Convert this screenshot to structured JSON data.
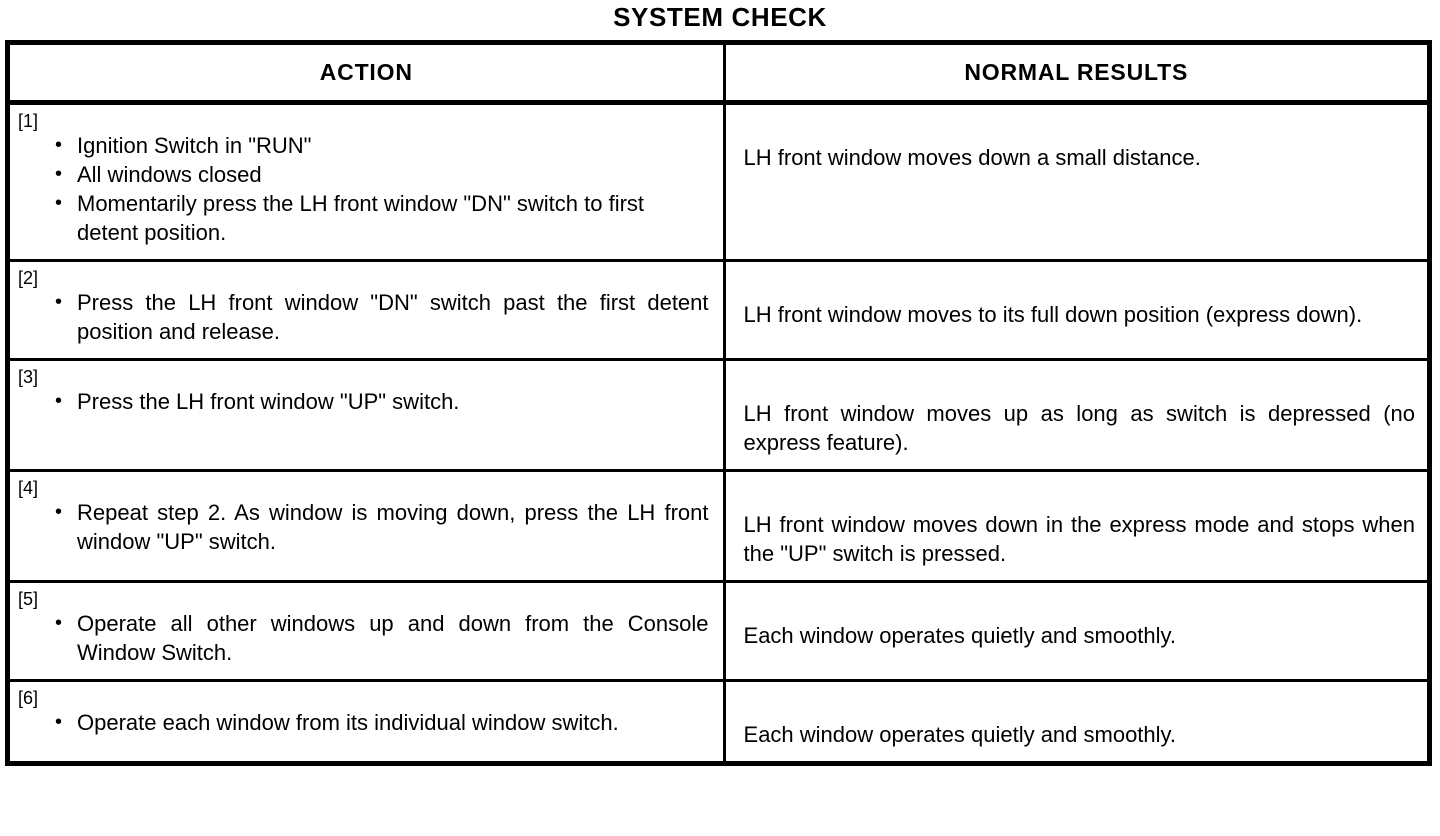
{
  "document": {
    "title": "SYSTEM CHECK"
  },
  "table": {
    "headers": {
      "action": "ACTION",
      "results": "NORMAL RESULTS"
    },
    "bullet_glyph": "•",
    "rows": [
      {
        "step": "[1]",
        "justified": false,
        "actions": [
          "Ignition Switch in \"RUN\"",
          "All windows closed",
          "Momentarily press the LH front window \"DN\" switch to first detent position."
        ],
        "result": "LH front window moves down a small distance."
      },
      {
        "step": "[2]",
        "justified": true,
        "actions": [
          "Press the LH front window \"DN\" switch past the first detent position and release."
        ],
        "result": "LH front window moves to its full down position (express down)."
      },
      {
        "step": "[3]",
        "justified": true,
        "actions": [
          "Press the LH front window \"UP\" switch."
        ],
        "result": "LH front window moves up as long as switch is depressed (no express feature)."
      },
      {
        "step": "[4]",
        "justified": true,
        "actions": [
          "Repeat step 2. As window is moving down, press the LH front window \"UP\" switch."
        ],
        "result": "LH front window moves down in the express mode and stops when the \"UP\" switch is pressed."
      },
      {
        "step": "[5]",
        "justified": true,
        "actions": [
          "Operate all other windows up and down from the Console Window Switch."
        ],
        "result": "Each window operates quietly and smoothly."
      },
      {
        "step": "[6]",
        "justified": true,
        "actions": [
          "Operate each window from its individual window switch."
        ],
        "result": "Each window operates quietly and smoothly."
      }
    ]
  }
}
